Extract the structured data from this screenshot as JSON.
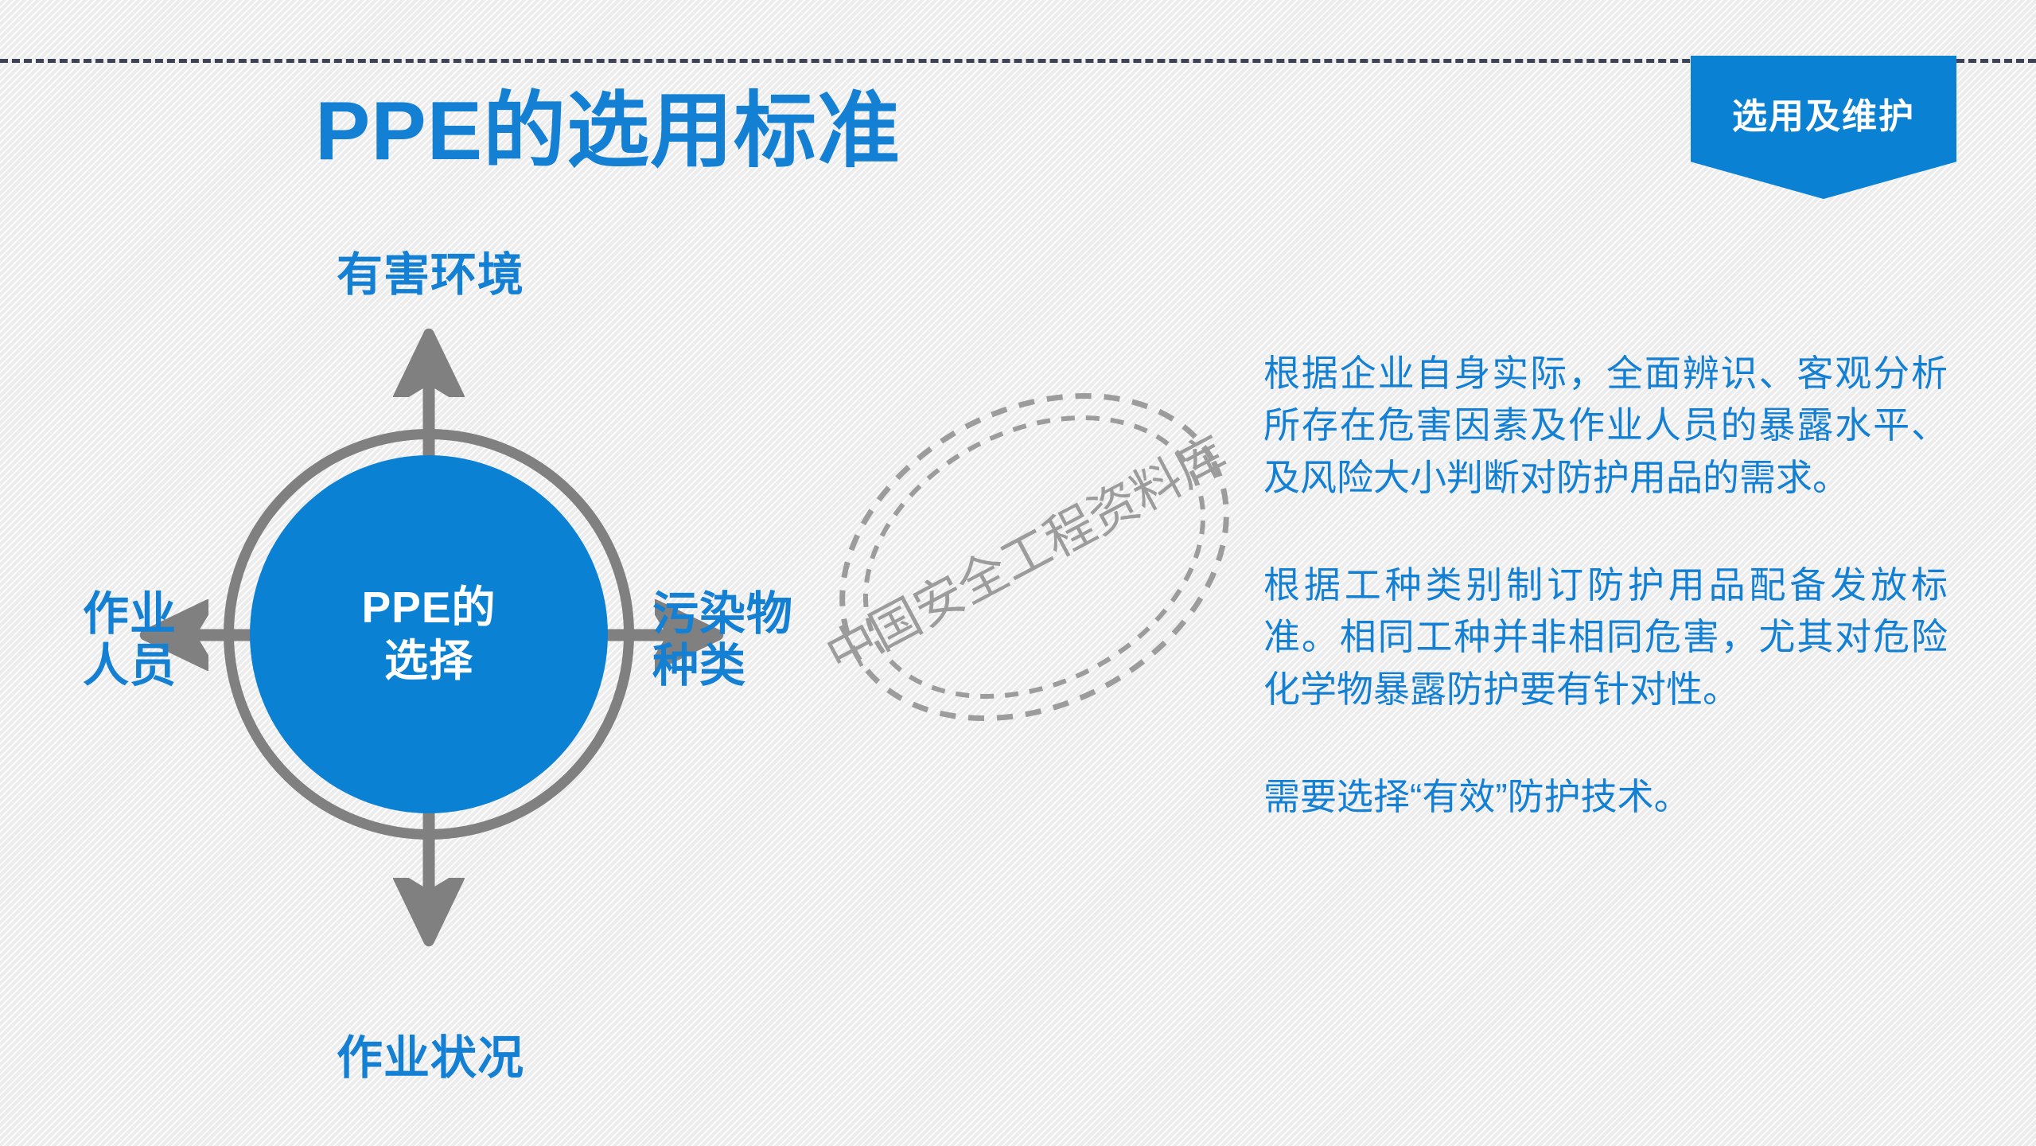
{
  "slide": {
    "title": "PPE的选用标准",
    "ribbon_label": "选用及维护",
    "watermark": "中国安全工程资料库"
  },
  "diagram": {
    "center": {
      "line1": "PPE的",
      "line2": "选择"
    },
    "nodes": {
      "top": "有害环境",
      "left_line1": "作业",
      "left_line2": "人员",
      "right_line1": "污染物",
      "right_line2": "种类",
      "bottom": "作业状况"
    }
  },
  "body": {
    "paragraph_1": "根据企业自身实际，全面辨识、客观分析所存在危害因素及作业人员的暴露水平、及风险大小判断对防护用品的需求。",
    "paragraph_2": "根据工种类别制订防护用品配备发放标准。相同工种并非相同危害，尤其对危险化学物暴露防护要有针对性。",
    "paragraph_3": "需要选择“有效”防护技术。"
  },
  "colors": {
    "accent_blue": "#0b81d4",
    "text_blue": "#1480d4",
    "arrow_gray": "#808080",
    "rule_navy": "#3e4256",
    "background": "#ececec"
  }
}
